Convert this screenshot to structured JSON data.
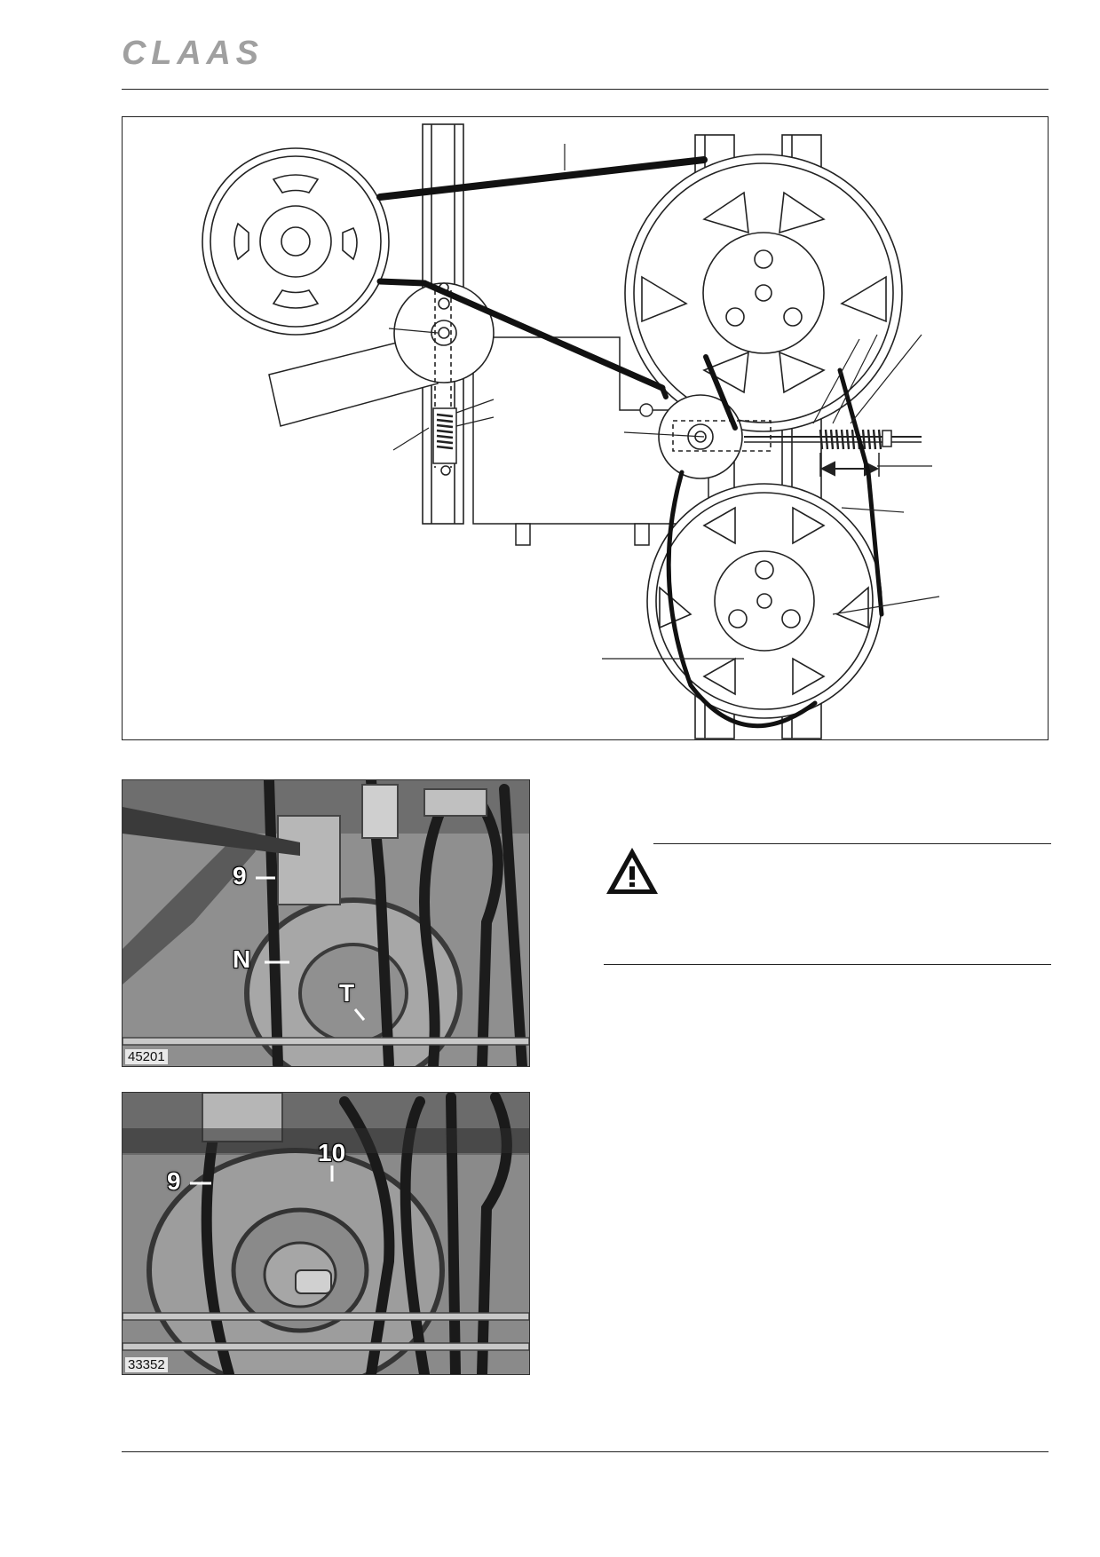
{
  "header": {
    "brand": "CLAAS"
  },
  "photos": [
    {
      "id": "45201",
      "callouts": [
        "9",
        "N",
        "T"
      ]
    },
    {
      "id": "33352",
      "callouts": [
        "9",
        "10"
      ]
    }
  ],
  "warning": {
    "icon": "warning-triangle-icon"
  },
  "colors": {
    "rule": "#222222",
    "logo": "#a0a0a0"
  }
}
